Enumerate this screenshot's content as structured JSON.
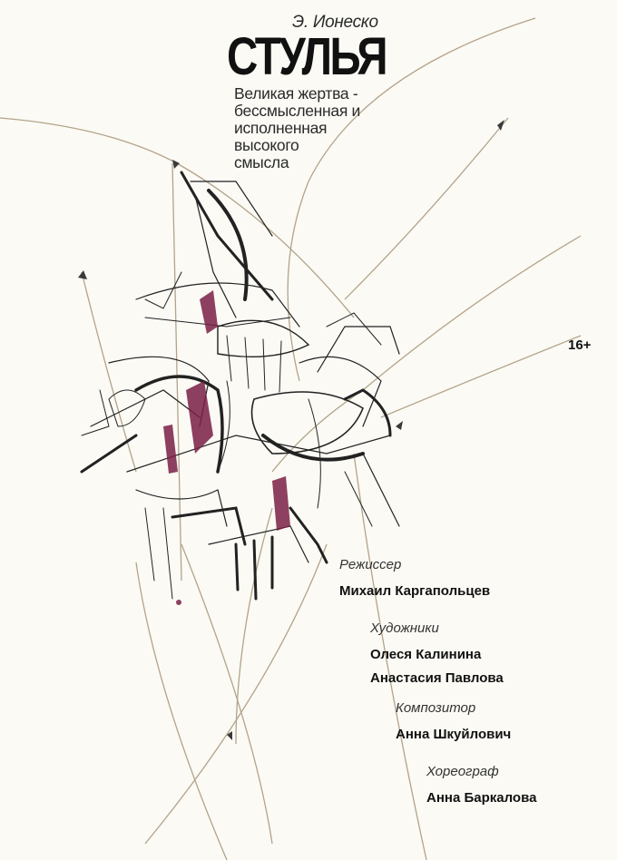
{
  "poster": {
    "author": "Э. Ионеско",
    "title": "СТУЛЬЯ",
    "subtitle_lines": [
      "Великая жертва -",
      "бессмысленная и",
      "исполненная",
      "высокого",
      "смысла"
    ],
    "age_rating": "16+",
    "credits": [
      {
        "role": "Режиссер",
        "names": [
          "Михаил Каргапольцев"
        ]
      },
      {
        "role": "Художники",
        "names": [
          "Олеся Калинина",
          "Анастасия Павлова"
        ]
      },
      {
        "role": "Композитор",
        "names": [
          "Анна Шкуйлович"
        ]
      },
      {
        "role": "Хореограф",
        "names": [
          "Анна Баркалова"
        ]
      }
    ]
  },
  "colors": {
    "background": "#fbfaf5",
    "ink": "#1a1a1a",
    "arc_lines": "#b3a38a",
    "accent_magenta": "#7a1f45"
  },
  "illustration": {
    "subject": "sketch of tangled chairs",
    "icon": "chair-sketch-icon"
  }
}
